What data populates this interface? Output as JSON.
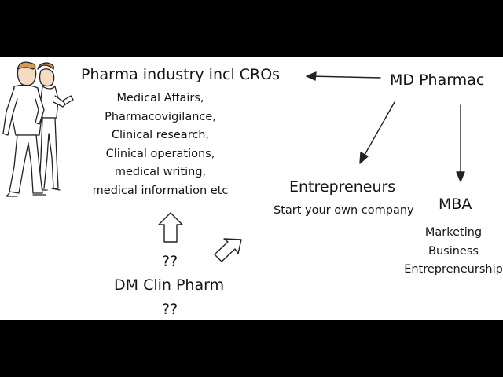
{
  "pharma": {
    "title": "Pharma industry incl CROs",
    "roles": [
      "Medical Affairs,",
      "Pharmacovigilance,",
      "Clinical research,",
      "Clinical operations,",
      "medical writing,",
      "medical information etc"
    ]
  },
  "md_pharmac": {
    "title": "MD Pharmac"
  },
  "entrepreneurs": {
    "title": "Entrepreneurs",
    "subtitle": "Start your own company"
  },
  "mba": {
    "title": "MBA",
    "items": [
      "Marketing",
      "Business",
      "Entrepreneurship"
    ]
  },
  "dm_clin_pharm": {
    "title": "DM Clin Pharm",
    "above": "??",
    "below": "??"
  },
  "icons": [
    "people-illustration-icon",
    "arrow-left-icon",
    "arrow-down-left-icon",
    "arrow-down-icon",
    "hollow-arrow-up-icon",
    "hollow-arrow-up-right-icon"
  ]
}
